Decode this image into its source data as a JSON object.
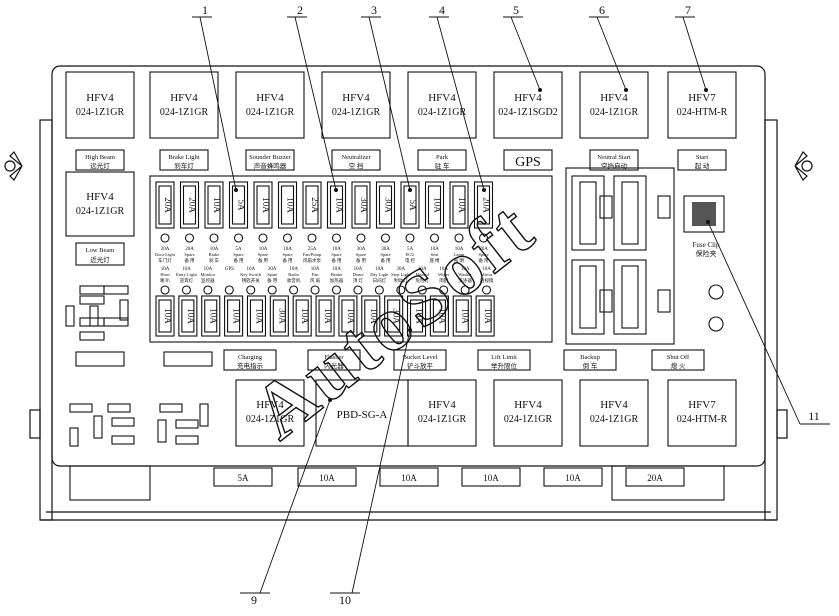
{
  "callouts": [
    "1",
    "2",
    "3",
    "4",
    "5",
    "6",
    "7",
    "9",
    "10",
    "11"
  ],
  "top_relays": [
    {
      "line1": "HFV4",
      "line2": "024-1Z1GR"
    },
    {
      "line1": "HFV4",
      "line2": "024-1Z1GR"
    },
    {
      "line1": "HFV4",
      "line2": "024-1Z1GR"
    },
    {
      "line1": "HFV4",
      "line2": "024-1Z1GR"
    },
    {
      "line1": "HFV4",
      "line2": "024-1Z1GR"
    },
    {
      "line1": "HFV4",
      "line2": "024-1Z1SGD2"
    },
    {
      "line1": "HFV4",
      "line2": "024-1Z1GR"
    },
    {
      "line1": "HFV7",
      "line2": "024-HTM-R"
    }
  ],
  "top_labels": [
    {
      "en": "High Beam",
      "cn": "远光灯"
    },
    {
      "en": "Brake Light",
      "cn": "刹车灯"
    },
    {
      "en": "Sounder Buzzer",
      "cn": "声音蜂鸣器"
    },
    {
      "en": "Neutralizer",
      "cn": "空 挡"
    },
    {
      "en": "Park",
      "cn": "驻 车"
    },
    {
      "en": "GPS",
      "cn": ""
    },
    {
      "en": "Neutral Start",
      "cn": "空挡启动"
    },
    {
      "en": "Start",
      "cn": "起 动"
    }
  ],
  "left_relay": {
    "line1": "HFV4",
    "line2": "024-1Z1GR",
    "label_en": "Low Beam",
    "label_cn": "近光灯"
  },
  "upper_fuses": [
    "20A",
    "20A",
    "10A",
    "5A",
    "10A",
    "10A",
    "25A",
    "10A",
    "30A",
    "30A",
    "5A",
    "10A",
    "10A",
    "20A"
  ],
  "upper_fuse_labels": [
    {
      "a": "20A",
      "b": "Door Light",
      "c": "车门灯"
    },
    {
      "a": "20A",
      "b": "Spare",
      "c": "备 用"
    },
    {
      "a": "10A",
      "b": "Brake",
      "c": "刹 车"
    },
    {
      "a": "5A",
      "b": "Spare",
      "c": "备 用"
    },
    {
      "a": "10A",
      "b": "Spare",
      "c": "备 用"
    },
    {
      "a": "10A",
      "b": "Spare",
      "c": "备 用"
    },
    {
      "a": "25A",
      "b": "Fan/Pump",
      "c": "风扇水泵"
    },
    {
      "a": "10A",
      "b": "Spare",
      "c": "备 用"
    },
    {
      "a": "30A",
      "b": "Spare",
      "c": "备 用"
    },
    {
      "a": "30A",
      "b": "Spare",
      "c": "备 用"
    },
    {
      "a": "5A",
      "b": "ECU",
      "c": "电 控"
    },
    {
      "a": "10A",
      "b": "Seat",
      "c": "座 椅"
    },
    {
      "a": "10A",
      "b": "Lamp",
      "c": "照 明"
    },
    {
      "a": "20A",
      "b": "Spare",
      "c": "备 用"
    }
  ],
  "lower_fuse_labels": [
    {
      "a": "10A",
      "b": "Horn",
      "c": "喇 叭"
    },
    {
      "a": "10A",
      "b": "Entry Light",
      "c": "迎宾灯"
    },
    {
      "a": "10A",
      "b": "Monitor",
      "c": "监控器"
    },
    {
      "a": "GPS",
      "b": "",
      "c": ""
    },
    {
      "a": "10A",
      "b": "Key Switch",
      "c": "钥匙开关"
    },
    {
      "a": "30A",
      "b": "Spare",
      "c": "备 用"
    },
    {
      "a": "10A",
      "b": "Radio",
      "c": "收音机"
    },
    {
      "a": "10A",
      "b": "Fan",
      "c": "风 扇"
    },
    {
      "a": "10A",
      "b": "Heater",
      "c": "加热器"
    },
    {
      "a": "10A",
      "b": "Dome",
      "c": "顶 灯"
    },
    {
      "a": "10A",
      "b": "Day Light",
      "c": "日间灯"
    },
    {
      "a": "30A",
      "b": "Stop Light",
      "c": "制动灯"
    },
    {
      "a": "10A",
      "b": "Hazard",
      "c": "危险灯"
    },
    {
      "a": "10A",
      "b": "Wiper",
      "c": "雨刮"
    },
    {
      "a": "10A",
      "b": "Washer",
      "c": "洗涤器"
    },
    {
      "a": "10A",
      "b": "Mirror",
      "c": "后视镜"
    }
  ],
  "lower_fuses": [
    "10A",
    "10A",
    "10A",
    "10A",
    "10A",
    "30A",
    "10A",
    "10A",
    "10A",
    "10A",
    "30A",
    "10A",
    "10A",
    "10A",
    "10A",
    "10A"
  ],
  "right_fuse_block": {
    "label_en": "Fuse Clip",
    "label_cn": "保险夹"
  },
  "middle_labels": [
    {
      "en": "Charging",
      "cn": "充电指示"
    },
    {
      "en": "Flasher",
      "cn": "闪光器"
    },
    {
      "en": "Bucket Level",
      "cn": "铲斗放平"
    },
    {
      "en": "Lift Limit",
      "cn": "举升限位"
    },
    {
      "en": "Backup",
      "cn": "倒 车"
    },
    {
      "en": "Shut Off",
      "cn": "熄 火"
    }
  ],
  "bottom_relays": [
    {
      "line1": "HFV4",
      "line2": "024-1Z1GR"
    },
    {
      "line1": "PBD-SG-A",
      "line2": ""
    },
    {
      "line1": "HFV4",
      "line2": "024-1Z1GR"
    },
    {
      "line1": "HFV4",
      "line2": "024-1Z1GR"
    },
    {
      "line1": "HFV4",
      "line2": "024-1Z1GR"
    },
    {
      "line1": "HFV7",
      "line2": "024-HTM-R"
    }
  ],
  "bottom_connectors": [
    "5A",
    "10A",
    "10A",
    "10A",
    "10A",
    "20A"
  ],
  "watermark": "AutoSoft"
}
